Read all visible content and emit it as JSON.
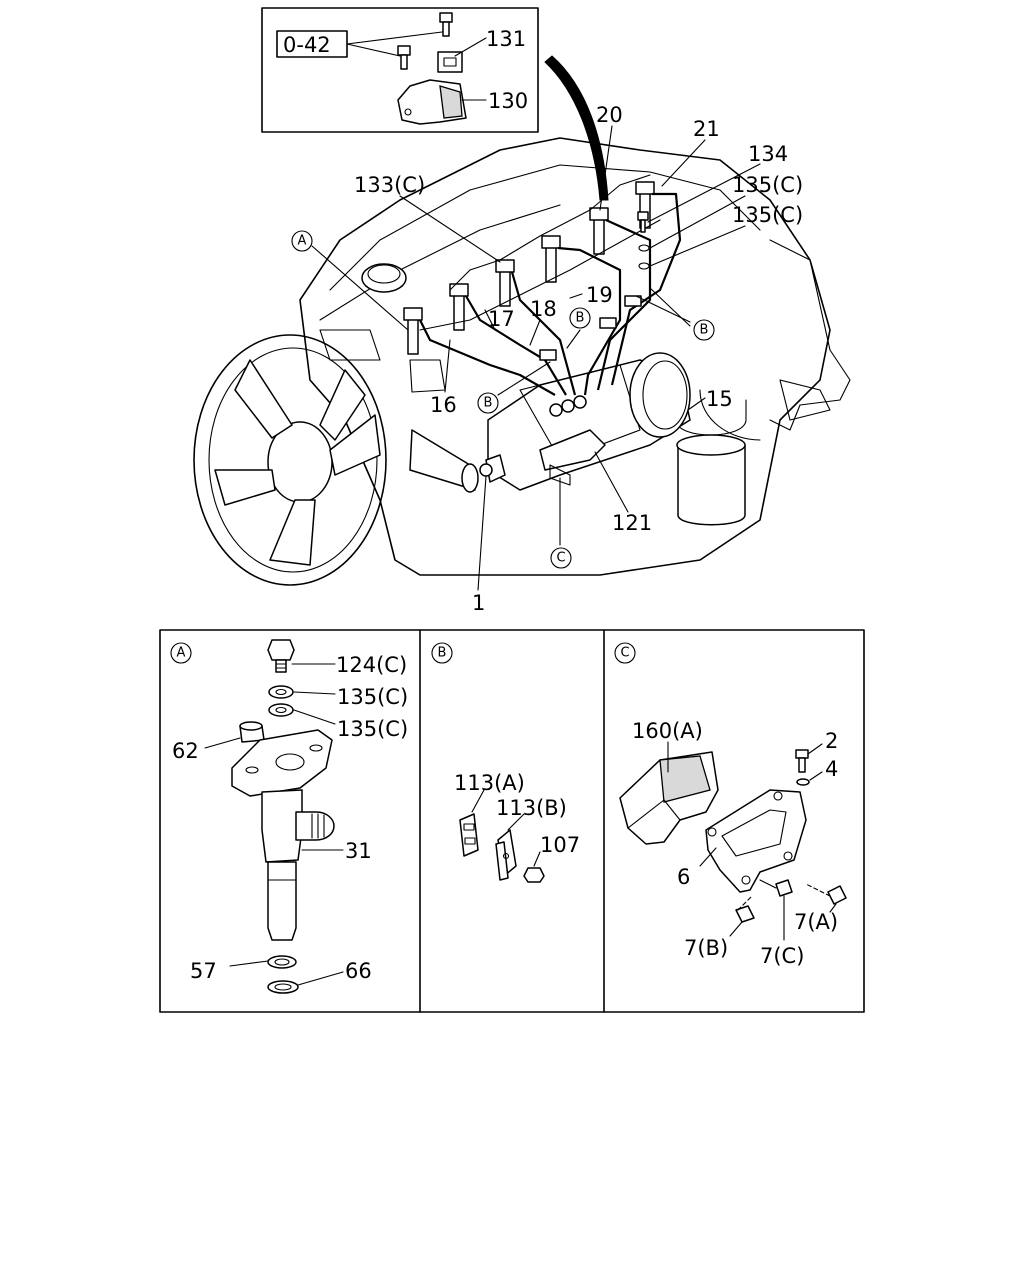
{
  "reference_box": "0-42",
  "callouts": {
    "p131": "131",
    "p130": "130",
    "p20": "20",
    "p21": "21",
    "p134": "134",
    "p135c_a": "135(C)",
    "p135c_b": "135(C)",
    "p133c": "133(C)",
    "p17": "17",
    "p18": "18",
    "p19": "19",
    "p16": "16",
    "p15": "15",
    "p121": "121",
    "p1": "1"
  },
  "markers": {
    "A": "A",
    "B": "B",
    "C": "C"
  },
  "panels": {
    "A": {
      "label": "A",
      "parts": {
        "p124c": "124(C)",
        "p135c_a": "135(C)",
        "p135c_b": "135(C)",
        "p62": "62",
        "p31": "31",
        "p57": "57",
        "p66": "66"
      }
    },
    "B": {
      "label": "B",
      "parts": {
        "p113a": "113(A)",
        "p113b": "113(B)",
        "p107": "107"
      }
    },
    "C": {
      "label": "C",
      "parts": {
        "p160a": "160(A)",
        "p2": "2",
        "p4": "4",
        "p6": "6",
        "p7a": "7(A)",
        "p7b": "7(B)",
        "p7c": "7(C)"
      }
    }
  }
}
